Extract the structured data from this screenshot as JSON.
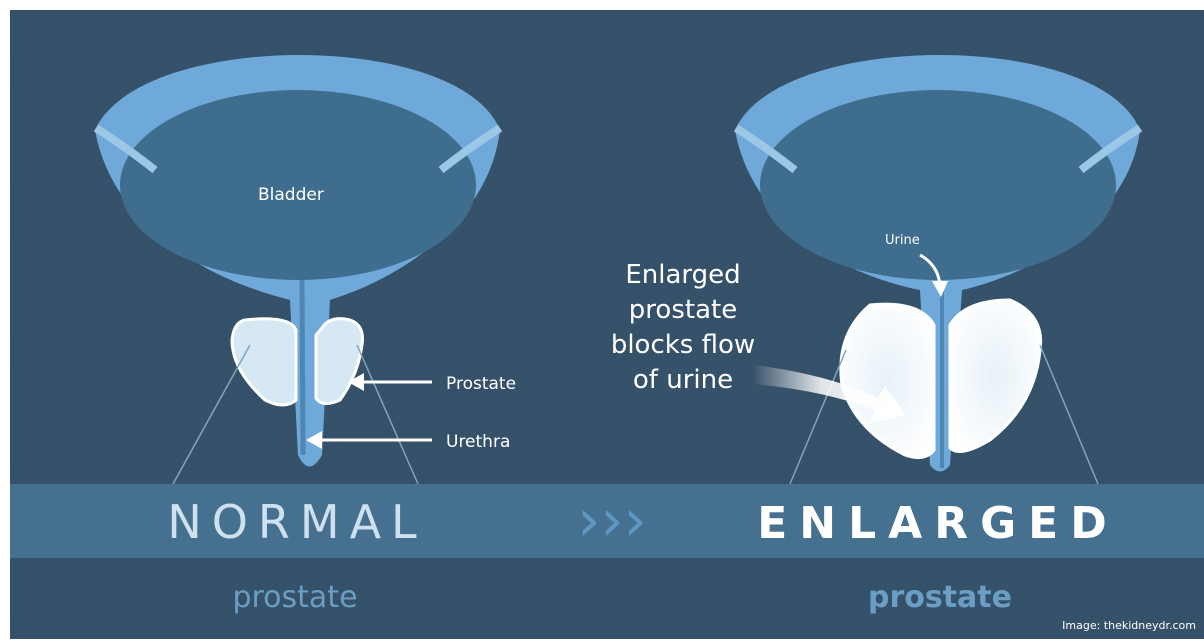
{
  "labels": {
    "bladder": "Bladder",
    "prostate": "Prostate",
    "urethra": "Urethra",
    "urine": "Urine",
    "enlarged_note": [
      "Enlarged",
      "prostate",
      "blocks flow",
      "of urine"
    ]
  },
  "banner": {
    "normal": "NORMAL",
    "chevrons": "›››",
    "enlarged": "ENLARGED"
  },
  "sublabels": {
    "normal": "prostate",
    "enlarged": "prostate"
  },
  "credit": "Image: thekidneydr.com",
  "colors": {
    "background": "#355169",
    "banner": "#46708f",
    "bladder_outer": "#6fa9d9",
    "bladder_inner": "#3f6d8e",
    "prostate_normal": "#d5e8f4",
    "prostate_enlarged": "#ffffff",
    "text_light": "#ffffff",
    "banner_text_normal": "#cfe1ee",
    "sublabel": "#6a9ec4",
    "chevron": "#5f97c4"
  }
}
